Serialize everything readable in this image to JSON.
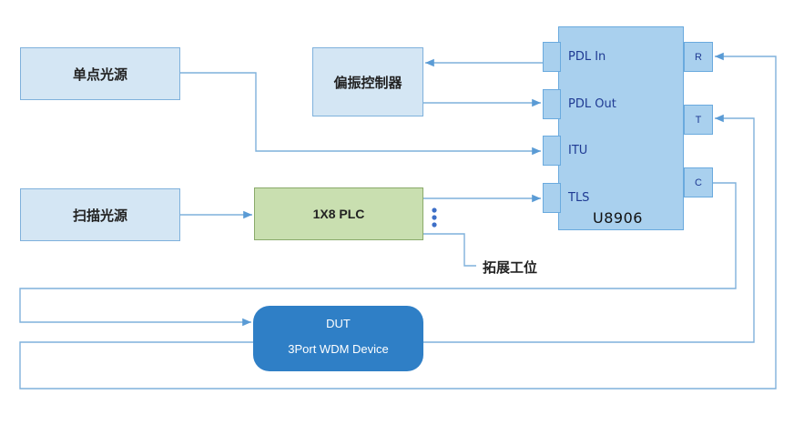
{
  "sources": {
    "single_point": "单点光源",
    "sweep": "扫描光源"
  },
  "controller": "偏振控制器",
  "plc": "1X8 PLC",
  "expansion": "拓展工位",
  "u8906": {
    "name": "U8906",
    "ports_left": [
      "PDL In",
      "PDL Out",
      "ITU",
      "TLS"
    ],
    "ports_right": [
      "R",
      "T",
      "C"
    ]
  },
  "dut": {
    "title": "DUT",
    "subtitle": "3Port WDM Device"
  },
  "colors": {
    "line": "#7fb1dc",
    "source_fill": "#d4e6f4",
    "plc_fill": "#c9dfb0",
    "instrument_fill": "#a9d0ee",
    "dut_fill": "#2f7fc6"
  }
}
